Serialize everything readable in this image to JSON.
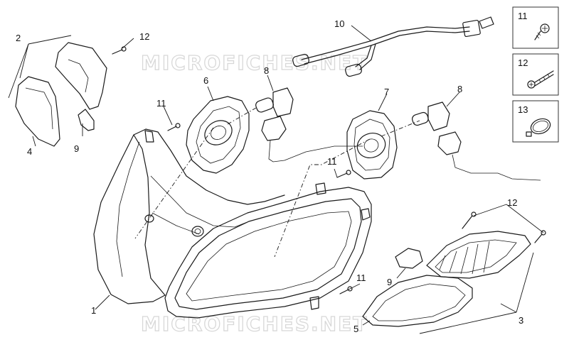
{
  "watermark": {
    "text": "MICROFICHES.NET"
  },
  "callouts": {
    "c1": "1",
    "c2": "2",
    "c3": "3",
    "c4": "4",
    "c5": "5",
    "c6": "6",
    "c7": "7",
    "c8a": "8",
    "c8b": "8",
    "c9a": "9",
    "c9b": "9",
    "c10": "10",
    "c11a": "11",
    "c11b": "11",
    "c11c": "11",
    "c12a": "12",
    "c12b": "12"
  },
  "legend": [
    {
      "number": "11",
      "icon": "screw-short-icon"
    },
    {
      "number": "12",
      "icon": "screw-long-icon"
    },
    {
      "number": "13",
      "icon": "cable-tie-icon"
    }
  ]
}
